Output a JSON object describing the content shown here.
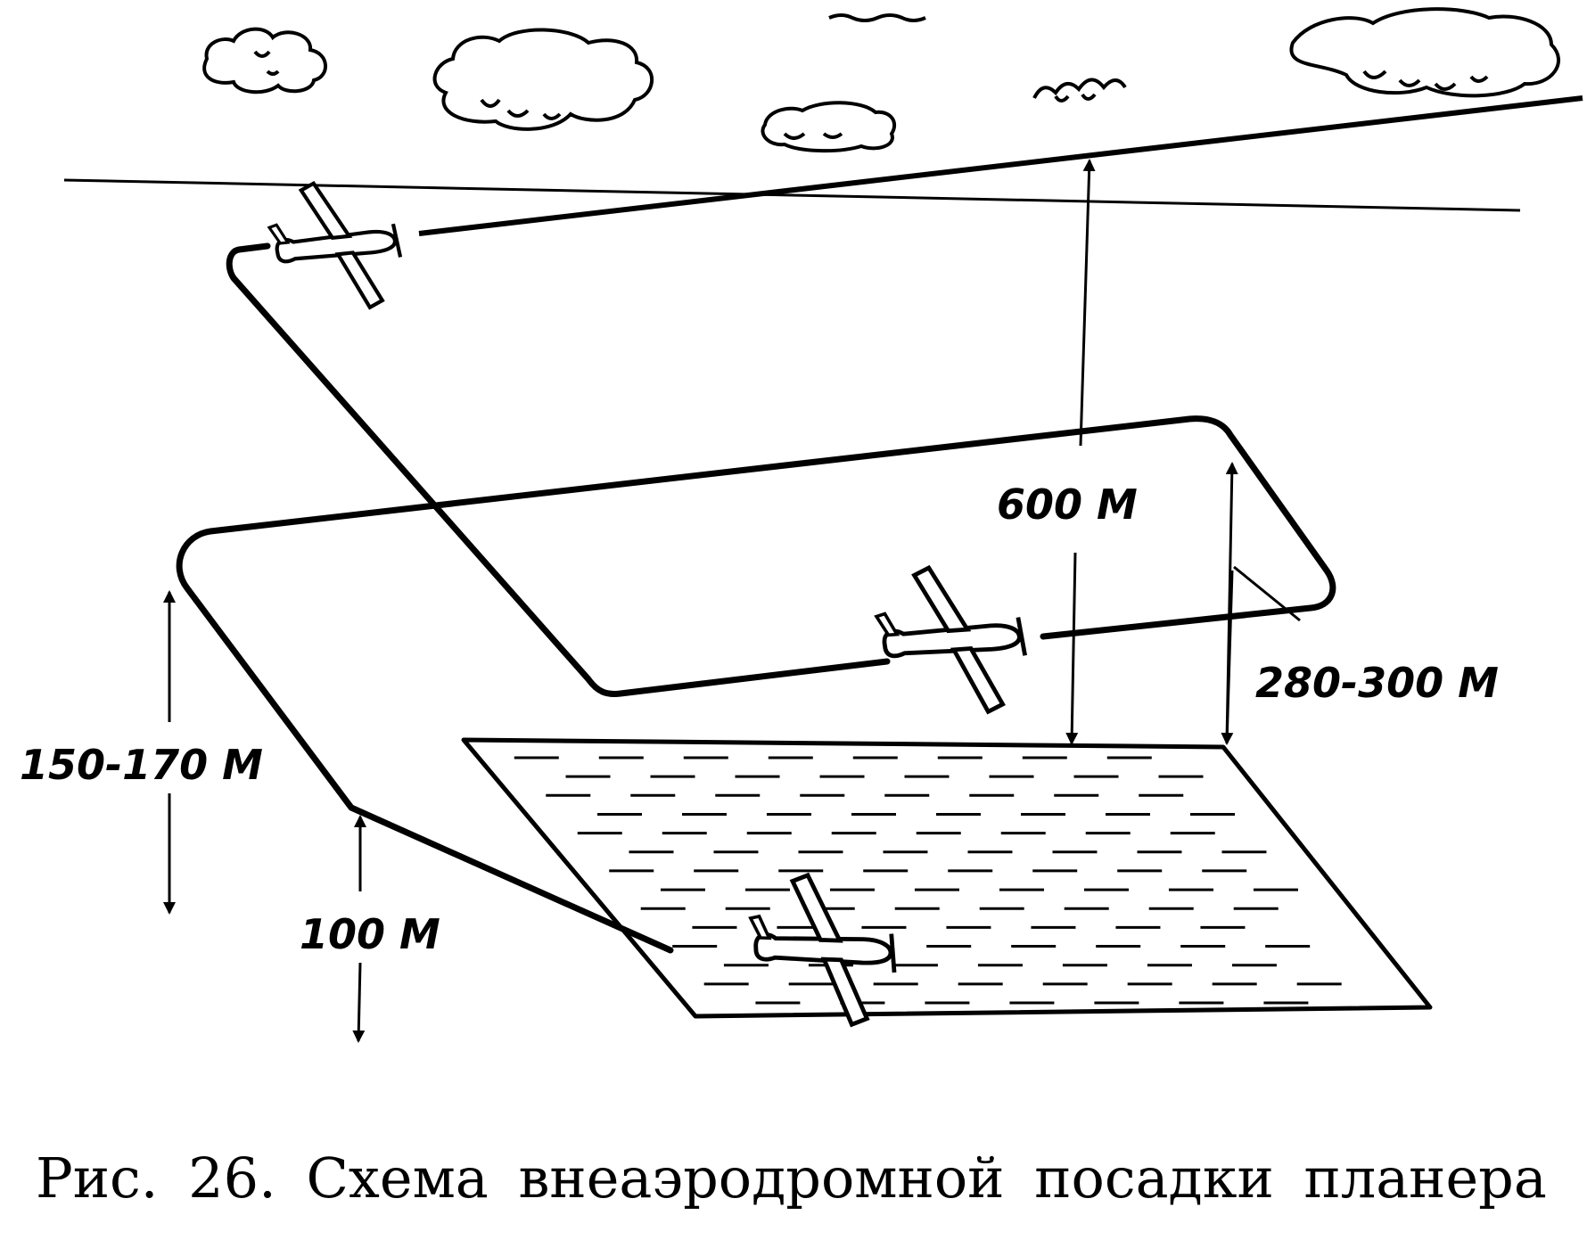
{
  "labels": {
    "altitude_600": "600 М",
    "altitude_280_300": "280-300 М",
    "altitude_150_170": "150-170 М",
    "altitude_100": "100 М"
  },
  "caption": "Рис. 26. Схема внеаэродромной посадки планера",
  "colors": {
    "ink": "#000000",
    "paper": "#ffffff"
  },
  "icons": [
    "cloud-icon",
    "glider-icon"
  ]
}
